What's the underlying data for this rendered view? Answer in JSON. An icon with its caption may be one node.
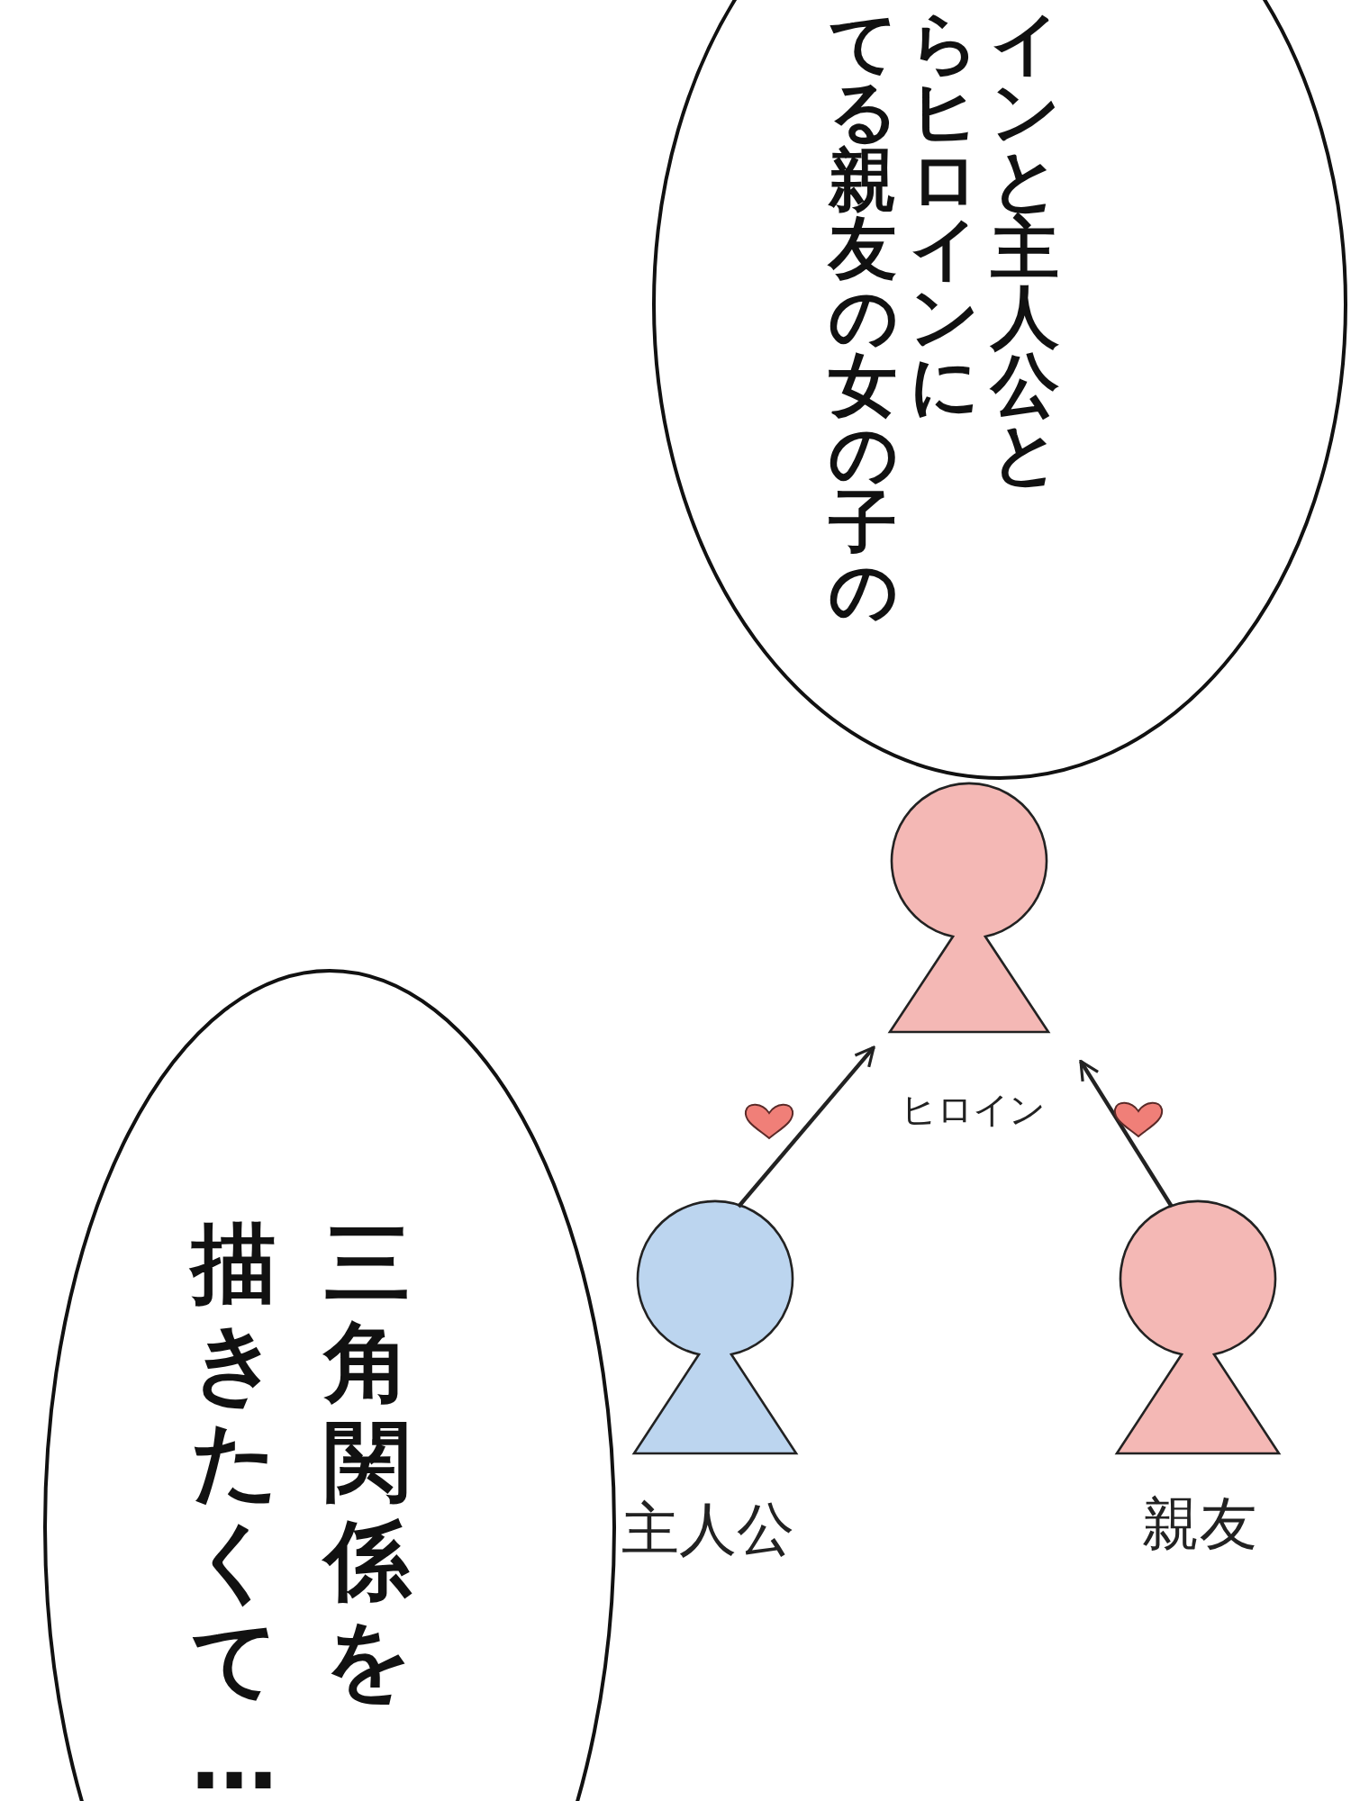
{
  "diagram": {
    "nodes": [
      {
        "text": [
          "インと主人公とらヒロインにてる親友の女の子の"
        ]
      },
      {
        "text": [
          "三角関係を描きたくて…"
        ]
      },
      {
        "text": [
          "ヒロイン"
        ]
      },
      {
        "text": [
          "主人公"
        ]
      },
      {
        "text": [
          "親友"
        ]
      }
    ],
    "edges": [
      {
        "from": 3,
        "to": 2,
        "arrow": "to"
      },
      {
        "from": 4,
        "to": 2,
        "arrow": "to"
      }
    ]
  }
}
